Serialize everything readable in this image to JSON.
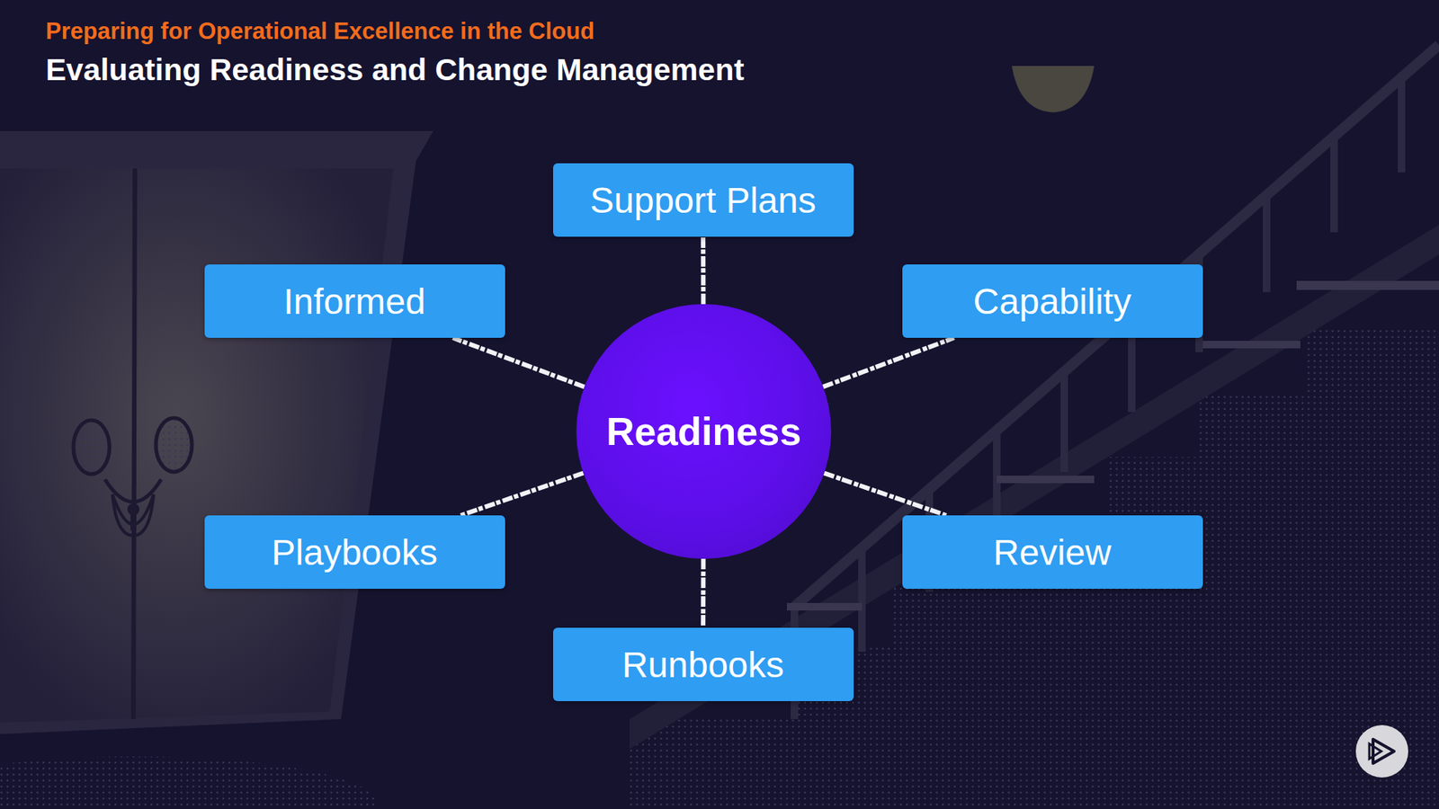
{
  "diagram": {
    "title": "Evaluating Readiness and Change Management",
    "nodes": [
      {
        "text": [
          "Support Plans"
        ]
      },
      {
        "text": [
          "Informed"
        ]
      },
      {
        "text": [
          "Capability"
        ]
      },
      {
        "text": [
          "Readiness"
        ]
      },
      {
        "text": [
          "Playbooks"
        ]
      },
      {
        "text": [
          "Review"
        ]
      },
      {
        "text": [
          "Runbooks"
        ]
      }
    ],
    "edges": [
      {
        "from": 3,
        "to": 0,
        "arrow": "none"
      },
      {
        "from": 3,
        "to": 1,
        "arrow": "none"
      },
      {
        "from": 3,
        "to": 2,
        "arrow": "none"
      },
      {
        "from": 3,
        "to": 4,
        "arrow": "none"
      },
      {
        "from": 3,
        "to": 5,
        "arrow": "none"
      },
      {
        "from": 3,
        "to": 6,
        "arrow": "none"
      }
    ],
    "labels": [
      "Preparing for Operational Excellence in the Cloud"
    ]
  }
}
